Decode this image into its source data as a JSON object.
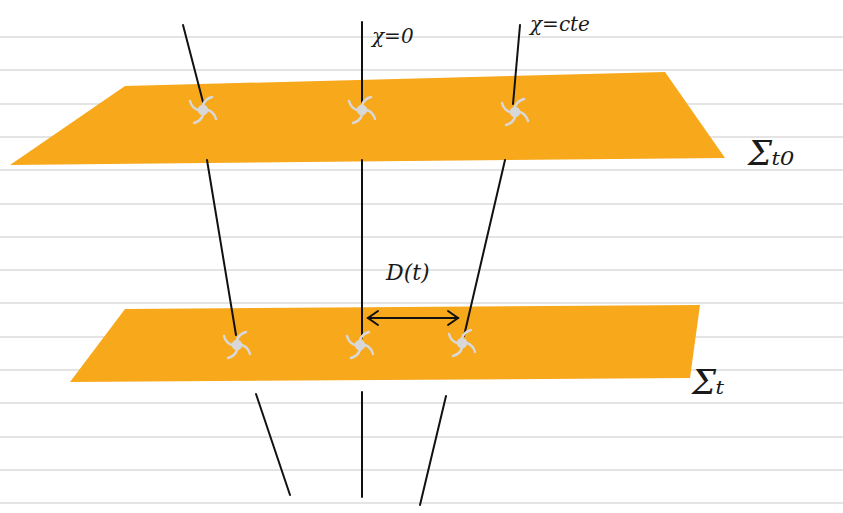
{
  "diagram": {
    "labels": [
      "χ=0",
      "χ=cte",
      "D(t)",
      "Σₜ₀",
      "Σₜ"
    ]
  }
}
